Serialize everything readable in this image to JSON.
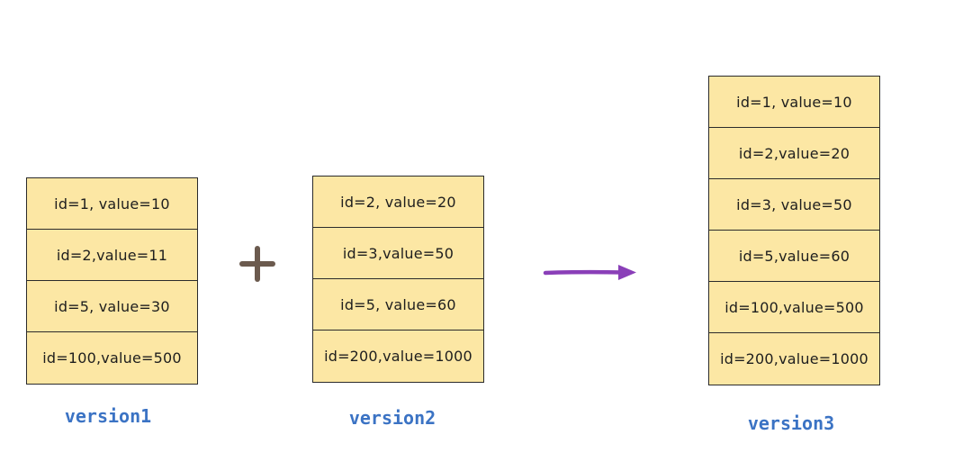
{
  "versions": [
    {
      "label": "version1",
      "rows": [
        "id=1, value=10",
        "id=2,value=11",
        "id=5, value=30",
        "id=100,value=500"
      ]
    },
    {
      "label": "version2",
      "rows": [
        "id=2, value=20",
        "id=3,value=50",
        "id=5, value=60",
        "id=200,value=1000"
      ]
    },
    {
      "label": "version3",
      "rows": [
        "id=1, value=10",
        "id=2,value=20",
        "id=3, value=50",
        "id=5,value=60",
        "id=100,value=500",
        "id=200,value=1000"
      ]
    }
  ],
  "colors": {
    "cell_fill": "#fce7a4",
    "cell_border": "#2b2b2b",
    "caption": "#3b73c4",
    "plus": "#6b5a4e",
    "arrow": "#8a3fb8"
  },
  "icons": {
    "operator": "plus-icon",
    "result": "arrow-right-icon"
  }
}
